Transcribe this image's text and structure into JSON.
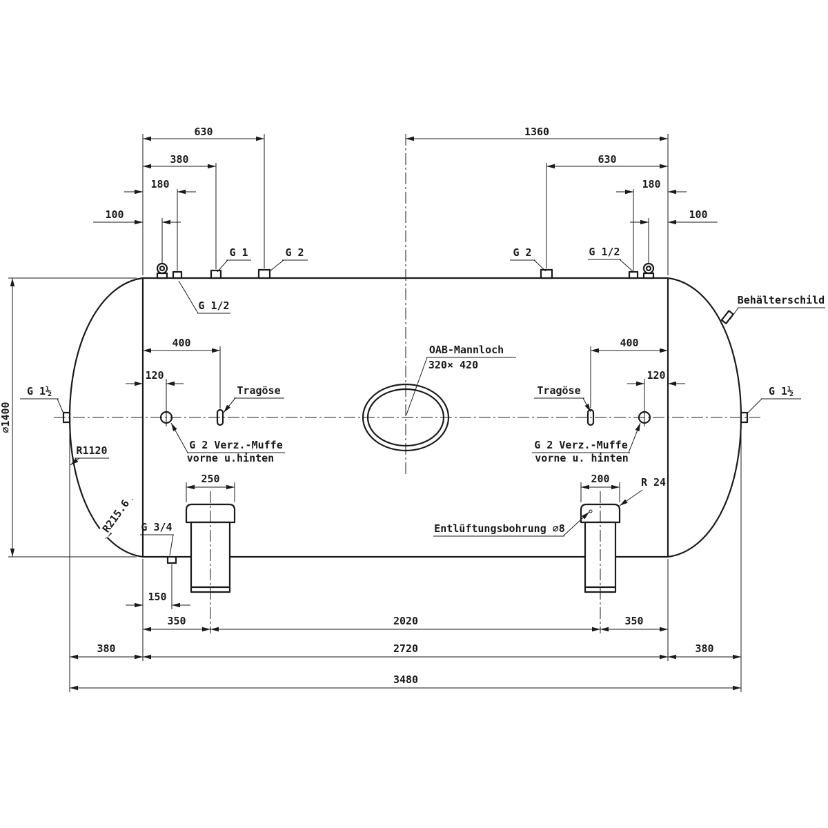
{
  "colors": {
    "ink": "#1a1a1a",
    "background": "#ffffff"
  },
  "dims": {
    "top_630_left": "630",
    "top_1360": "1360",
    "top_380": "380",
    "top_630_right": "630",
    "top_180_left": "180",
    "top_180_right": "180",
    "top_100_left": "100",
    "top_100_right": "100",
    "mid_400_left": "400",
    "mid_120_left": "120",
    "mid_400_right": "400",
    "mid_120_right": "120",
    "foot_250": "250",
    "foot_200": "200",
    "bottom_150": "150",
    "row1_350_left": "350",
    "row1_2020": "2020",
    "row1_350_right": "350",
    "row2_380_left": "380",
    "row2_2720": "2720",
    "row2_380_right": "380",
    "row3_3480": "3480",
    "diameter": "∅1400"
  },
  "labels": {
    "g1": "G 1",
    "g2_left": "G 2",
    "g12_left": "G 1/2",
    "g2_right": "G 2",
    "g12_right": "G 1/2",
    "behaelterschild": "Behälterschild",
    "mannloch_line1": "OAB-Mannloch",
    "mannloch_line2": "320× 420",
    "tragoese_left": "Tragöse",
    "tragoese_right": "Tragöse",
    "muffe_left_line1": "G 2 Verz.-Muffe",
    "muffe_left_line2": "vorne u.hinten",
    "muffe_right_line1": "G 2 Verz.-Muffe",
    "muffe_right_line2": "vorne u. hinten",
    "g112_left": "G 1½",
    "g112_right": "G 1½",
    "g34": "G 3/4",
    "entlueftung": "Entlüftungsbohrung ∅8",
    "r1120": "R1120",
    "r2156": "R215.6",
    "r24": "R 24"
  }
}
